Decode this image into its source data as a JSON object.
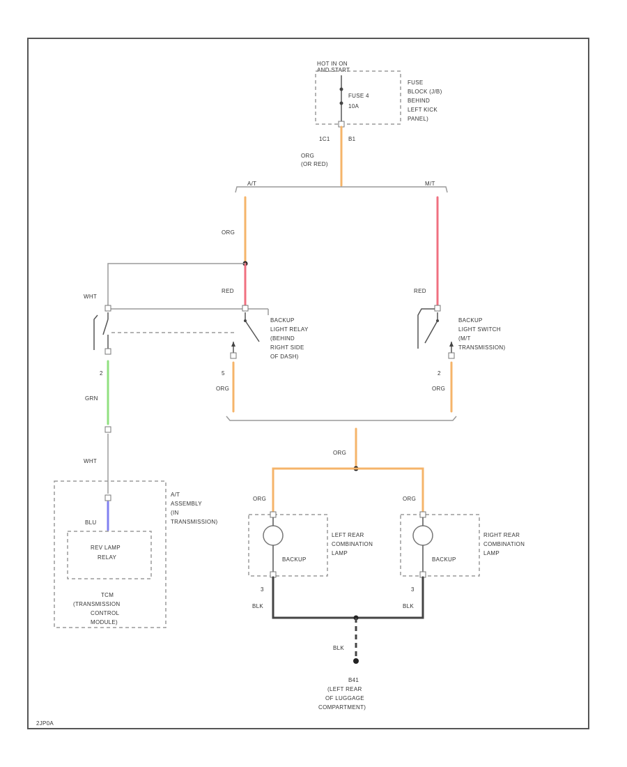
{
  "colors": {
    "org": "#f5b46a",
    "red": "#f07080",
    "grn": "#90e080",
    "blu": "#8080f0",
    "blk": "#444444",
    "wht": "#c8c8c8"
  },
  "fuse_block": {
    "hot_label_1": "HOT IN ON",
    "hot_label_2": "AND START",
    "fuse_name": "FUSE 4",
    "fuse_rating": "10A",
    "desc": [
      "FUSE",
      "BLOCK (J/B)",
      "BEHIND",
      "LEFT KICK",
      "PANEL)"
    ],
    "pin_left": "1C1",
    "pin_right": "B1"
  },
  "main_wire": {
    "color_1": "ORG",
    "color_2": "(OR RED)"
  },
  "branch": {
    "at": "A/T",
    "mt": "M/T"
  },
  "left_branch": {
    "upper": "ORG",
    "lower": "RED"
  },
  "right_branch": {
    "upper": "RED",
    "lower": "ORG",
    "pin": "2"
  },
  "relay": {
    "desc": [
      "BACKUP",
      "LIGHT RELAY",
      "(BEHIND",
      "RIGHT SIDE",
      "OF DASH)"
    ],
    "pin": "5",
    "out": "ORG"
  },
  "backup_switch": {
    "desc": [
      "BACKUP",
      "LIGHT SWITCH",
      "(M/T",
      "TRANSMISSION)"
    ]
  },
  "wht_wire": {
    "label_top": "WHT",
    "pin": "2",
    "color": "GRN",
    "label_bottom": "WHT"
  },
  "at_assembly": {
    "desc": [
      "A/T",
      "ASSEMBLY",
      "(IN",
      "TRANSMISSION)"
    ],
    "wire": "BLU",
    "relay": [
      "REV LAMP",
      "RELAY"
    ],
    "tcm": [
      "TCM",
      "(TRANSMISSION",
      "CONTROL",
      "MODULE)"
    ]
  },
  "lamps": {
    "trunk": "ORG",
    "left_wire": "ORG",
    "right_wire": "ORG",
    "left_label": "BACKUP",
    "right_label": "BACKUP",
    "left_desc": [
      "LEFT REAR",
      "COMBINATION",
      "LAMP"
    ],
    "right_desc": [
      "RIGHT REAR",
      "COMBINATION",
      "LAMP"
    ],
    "left_pin": "3",
    "right_pin": "3",
    "left_gnd": "BLK",
    "right_gnd": "BLK"
  },
  "ground": {
    "wire": "BLK",
    "desc": [
      "B41",
      "(LEFT REAR",
      "OF LUGGAGE",
      "COMPARTMENT)"
    ]
  },
  "footer": "2JP0A"
}
